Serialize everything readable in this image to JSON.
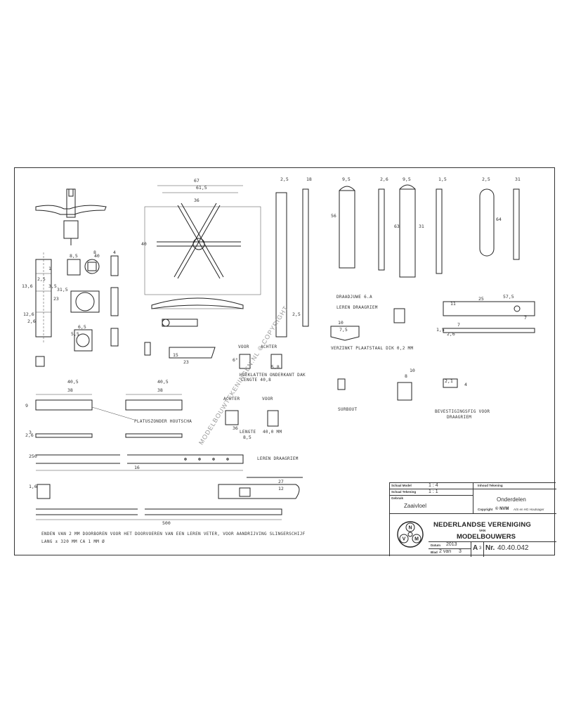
{
  "watermark": "MODELBOUWTEKENINGEN.NL © COPYRIGHT",
  "drawing_labels": {
    "platuszonder": "PLATUSZONDER HOUTSCHA",
    "leren_draagriem_1": "LEREN DRAAGRIEM",
    "leren_draagriem_2": "LEREN DRAAGRIEM",
    "draadjuwe": "DRAADJUWE 6.A",
    "verzinkt": "VERZINKT PLAATSTAAL  DIK 0,2 MM",
    "voor_1": "VOOR",
    "achter_1": "ACHTER",
    "hoeklatten": "HOEKLATTEN ONDERKANT DAK",
    "lengte_1": "LENGTE  40,8",
    "achter_2": "ACHTER",
    "voor_2": "VOOR",
    "lengte_2": "LENGTE",
    "lengte_2_val": "40,0 MM",
    "surbout": "SURBOUT",
    "bevestigingsfig": "BEVESTIGINGSFIG VOOR",
    "draagriem": "DRAAGRIEM",
    "note_line1": "ENDEN VAN 2 MM  DOORBOREN  VOOR HET DOORVOEREN VAN EEN LEREN VETER,  VOOR AANDRIJVING  SLINGERSCHIJF",
    "note_line2": "LANG ± 320 MM       CA 1 MM Ø"
  },
  "dimensions": [
    "67",
    "61,5",
    "40",
    "36",
    "40",
    "8,5",
    "8",
    "4",
    "3,5",
    "2,5",
    "1",
    "13,6",
    "23",
    "31,5",
    "12,6",
    "2,6",
    "6,5",
    "5,5",
    "40,5",
    "38",
    "40,5",
    "38",
    "9",
    "2,6",
    "3",
    "16",
    "500",
    "250",
    "18",
    "2,5",
    "56",
    "63",
    "9,5",
    "2,6",
    "9,5",
    "1,5",
    "2,5",
    "31",
    "57,5",
    "25",
    "11",
    "7",
    "2,6",
    "1,5",
    "7",
    "1,6",
    "10",
    "7,5",
    "6°",
    "2,5",
    "5,8",
    "10",
    "8",
    "4",
    "2,1",
    "64",
    "31",
    "8,5",
    "36",
    "27",
    "12",
    "15",
    "23"
  ],
  "title_block": {
    "schaal_model_label": "Schaal Model",
    "schaal_model": "1 : 4",
    "schaal_tekening_label": "Schaal Tekening",
    "schaal_tekening": "1 : 1",
    "gebruik_label": "Gebruik",
    "gebruik": "Zaaivloel",
    "inhoud_label": "Inhoud Tekening",
    "inhoud": "Onderdelen",
    "copyright": "Copyright",
    "copyright_nvm": "© NVM",
    "copyright_suffix": "A/S en HG Houtsager",
    "org_line1": "NEDERLANDSE VERENIGING",
    "org_van": "VAN",
    "org_line2": "MODELBOUWERS",
    "datum_label": "Datum",
    "datum": "2013",
    "blad_label": "Blad",
    "blad": "2 van",
    "blad_total": "3",
    "format": "A",
    "format_num": "3",
    "nr_label": "Nr.",
    "nr": "40.40.042",
    "logo_letters": [
      "N",
      "V",
      "M"
    ]
  }
}
